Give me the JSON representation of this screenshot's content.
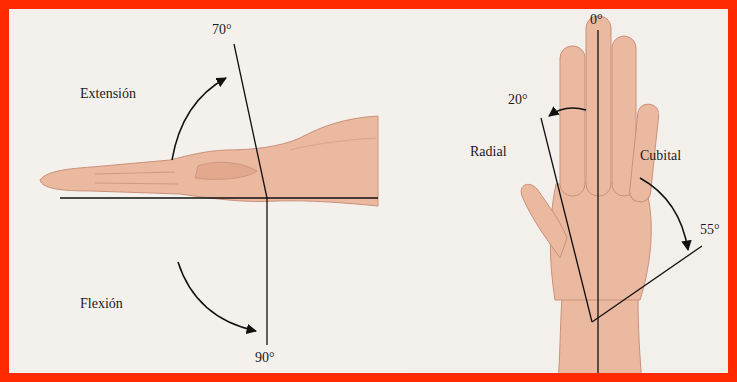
{
  "diagram": {
    "labels": [
      "70°",
      "Extensión",
      "Flexión",
      "90°",
      "0°",
      "20°",
      "Radial",
      "Cubital",
      "55°"
    ]
  }
}
